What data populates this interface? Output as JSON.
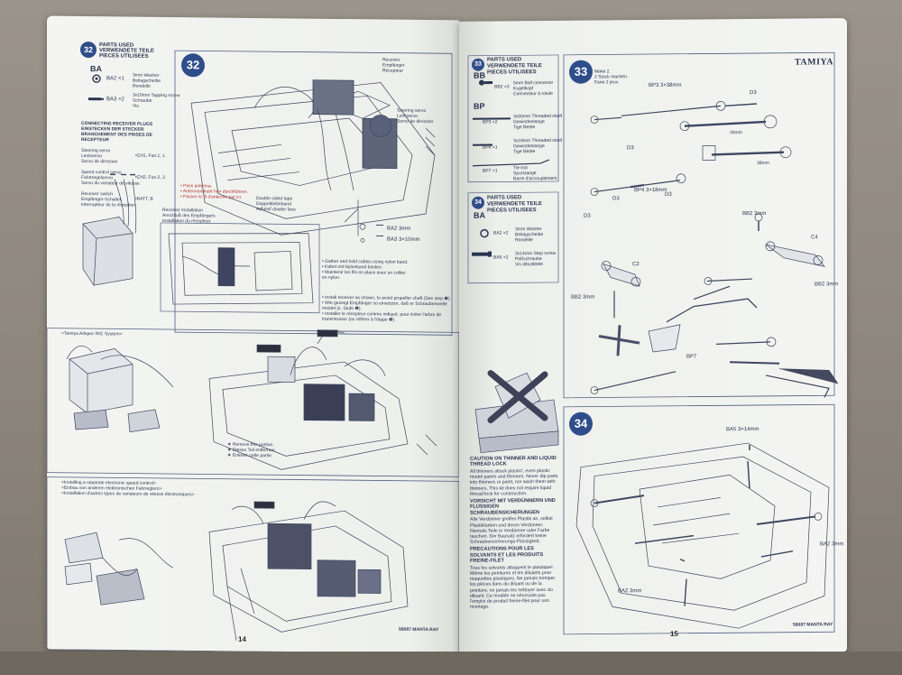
{
  "left_page": {
    "page_number": "14",
    "step32_number": "32",
    "parts_used": [
      "PARTS USED",
      "VERWENDETE TEILE",
      "PIECES UTILISEES"
    ],
    "ba_code": "BA",
    "ba2_label": "BA2 ×1",
    "ba2_desc": [
      "3mm Washer",
      "Beilagscheibe",
      "Rondelle"
    ],
    "ba3_label": "BA3 ×2",
    "ba3_desc": [
      "3x10mm Tapping screw",
      "Schraube",
      "Vis"
    ],
    "connecting_plugs": [
      "CONNECTING RECEIVER PLUGS",
      "EINSTECKEN DER STECKER",
      "BRANCHEMENT DES PRISES DE",
      "RECEPTEUR"
    ],
    "steering_servo": [
      "Steering servo",
      "Lenkservo",
      "Servo de direction"
    ],
    "ch1": "•CH1, Fun.1, 1",
    "speed_control": [
      "Speed control servo",
      "Fahrtregelservo",
      "Servo du variateur de vitesse"
    ],
    "ch2": "•CH2, Fun.2, 2",
    "receiver_switch": [
      "Receiver switch",
      "Empfänger-Schalter",
      "Interrupteur de la réception"
    ],
    "batt": "•BATT, B",
    "callout_receiver": [
      "Receiver",
      "Empfänger",
      "Récepteur"
    ],
    "callout_steering": [
      "Steering servo",
      "Lenkservo",
      "Servo de direction"
    ],
    "callout_antenna": [
      "• Pass antenna.",
      "• Antennendraht hier durchführen.",
      "• Passer le fil d'antenne par ici."
    ],
    "callout_tape": [
      "Double sided tape",
      "Doppelklebeband",
      "Adhésif double face"
    ],
    "ba2_mm": "BA2 3mm",
    "ba3_mm": "BA3 3×10mm",
    "receiver_installation": [
      "Receiver Installation",
      "Anschluß des Empfängers",
      "Installation du récepteur"
    ],
    "gather_cables": [
      "• Gather and hold cables using nylon band.",
      "• Kabel mit Nylonband binden.",
      "• Maintenir les fils en place avec un collier",
      "  en nylon."
    ],
    "install_receiver": [
      "• Install receiver as shown, to avoid propeller shaft (See step ❶).",
      "• Wie gezeigt Empfänger so einsetzen, daß er Schraubenwelle",
      "  meidet (s. Stufe ❶).",
      "• Installer le récepteur comme indiqué, pour éviter l'arbre de",
      "  transmission (se référer à l'étape ❶)."
    ],
    "adspec": "<Tamiya Adspec R/C System>",
    "remove_portion": [
      "★ Remove this portion.",
      "★ Dieses Teil entfernen.",
      "★ Enlever cette partie."
    ],
    "separate_esc": [
      "<Installing a separate electronic speed control>",
      "<Einbau von anderen elektronischen Fahrreglern>",
      "<Installation d'autres types de variateurs de vitesse électroniques>"
    ],
    "kit_code": "58087 MANTA RAY"
  },
  "right_page": {
    "page_number": "15",
    "brand": "TAMIYA",
    "step33_number": "33",
    "step34_number": "34",
    "parts_used_33": [
      "PARTS USED",
      "VERWENDETE TEILE",
      "PIECES UTILISEES"
    ],
    "bb_code": "BB",
    "bb2_label": "BB2 ×3",
    "bb2_desc": [
      "5mm Ball connector",
      "Kugelkopf",
      "Connecteur à rotule"
    ],
    "bp_code": "BP",
    "bp3_label": "BP3 ×2",
    "bp3_desc": [
      "3x50mm Threaded shaft",
      "Gewindestange",
      "Tige filetée"
    ],
    "bp4_label": "BP4 ×1",
    "bp4_desc": [
      "3x18mm Threaded shaft",
      "Gewindestange",
      "Tige filetée"
    ],
    "bp7_label": "BP7 ×1",
    "bp7_desc": [
      "Tie-rod",
      "Spurstange",
      "Barre d'accouplement"
    ],
    "parts_used_34": [
      "PARTS USED",
      "VERWENDETE TEILE",
      "PIECES UTILISEES"
    ],
    "ba_code": "BA",
    "ba2_label": "BA2 ×2",
    "ba2_desc": [
      "3mm Washer",
      "Beilagscheibe",
      "Rondelle"
    ],
    "ba5_label": "BA5 ×2",
    "ba5_desc": [
      "3x14mm Step screw",
      "Paßschraube",
      "Vis décolletée"
    ],
    "make_note": [
      "Make 2.",
      "2 Stück machen.",
      "Faire 2 jeux."
    ],
    "labels": {
      "bp3": "BP3 3×38mm",
      "d3a": "D3",
      "d3b": "D3",
      "d3c": "D3",
      "d3d": "D3",
      "d3e": "D3",
      "bp4": "BP4 3×18mm",
      "bb2_3mm": "BB2 3mm",
      "c4": "C4",
      "c2": "C2",
      "bb2_left": "BB2 3mm",
      "bb2_right": "BB2 3mm",
      "bp7": "BP7",
      "dim1": "33mm",
      "dim2": "38mm",
      "ba5": "BA5 3×14mm",
      "ba2_34r": "BA2 3mm",
      "ba2_34b": "BA2 3mm"
    },
    "caution_title": "CAUTION ON THINNER AND LIQUID THREAD LOCK",
    "caution_en": "All thinners attack plastic!, even plastic model paints and thinners. Never dip parts into thinners or paint, nor wash them with thinners. This kit does not require liquid thread lock for construction.",
    "caution_de_title": "VORSICHT MIT VERDÜNNERN UND FLÜSSIGEN SCHRAUBENSICHERUNGEN",
    "caution_de": "Alle Verdünner greifen Plastik an, selbst Plastikfarben und deren Verdünner. Niemals Teile in Verdünner oder Farbe tauchen. Der Bausatz erfordert keine Schraubensicherungs-Flüssigkeit.",
    "caution_fr_title": "PRECAUTIONS POUR LES SOLVANTS ET LES PRODUITS FREINE-FILET",
    "caution_fr": "Tous les solvants attaquent le plastique!. Même les peintures et les diluants pour maquettes plastiques. Ne jamais tremper les pièces dans du diluant ou de la peinture, ne jamais les nettoyer avec du diluant. Ce modèle ne nécessite pas l'emploi de produit freine-filet pour son montage.",
    "kit_code": "58087 MANTA RAY"
  },
  "colors": {
    "ink": "#2a3550",
    "accent": "#2f4d8a",
    "paper": "#f3f4f1",
    "background": "#8d867d"
  }
}
